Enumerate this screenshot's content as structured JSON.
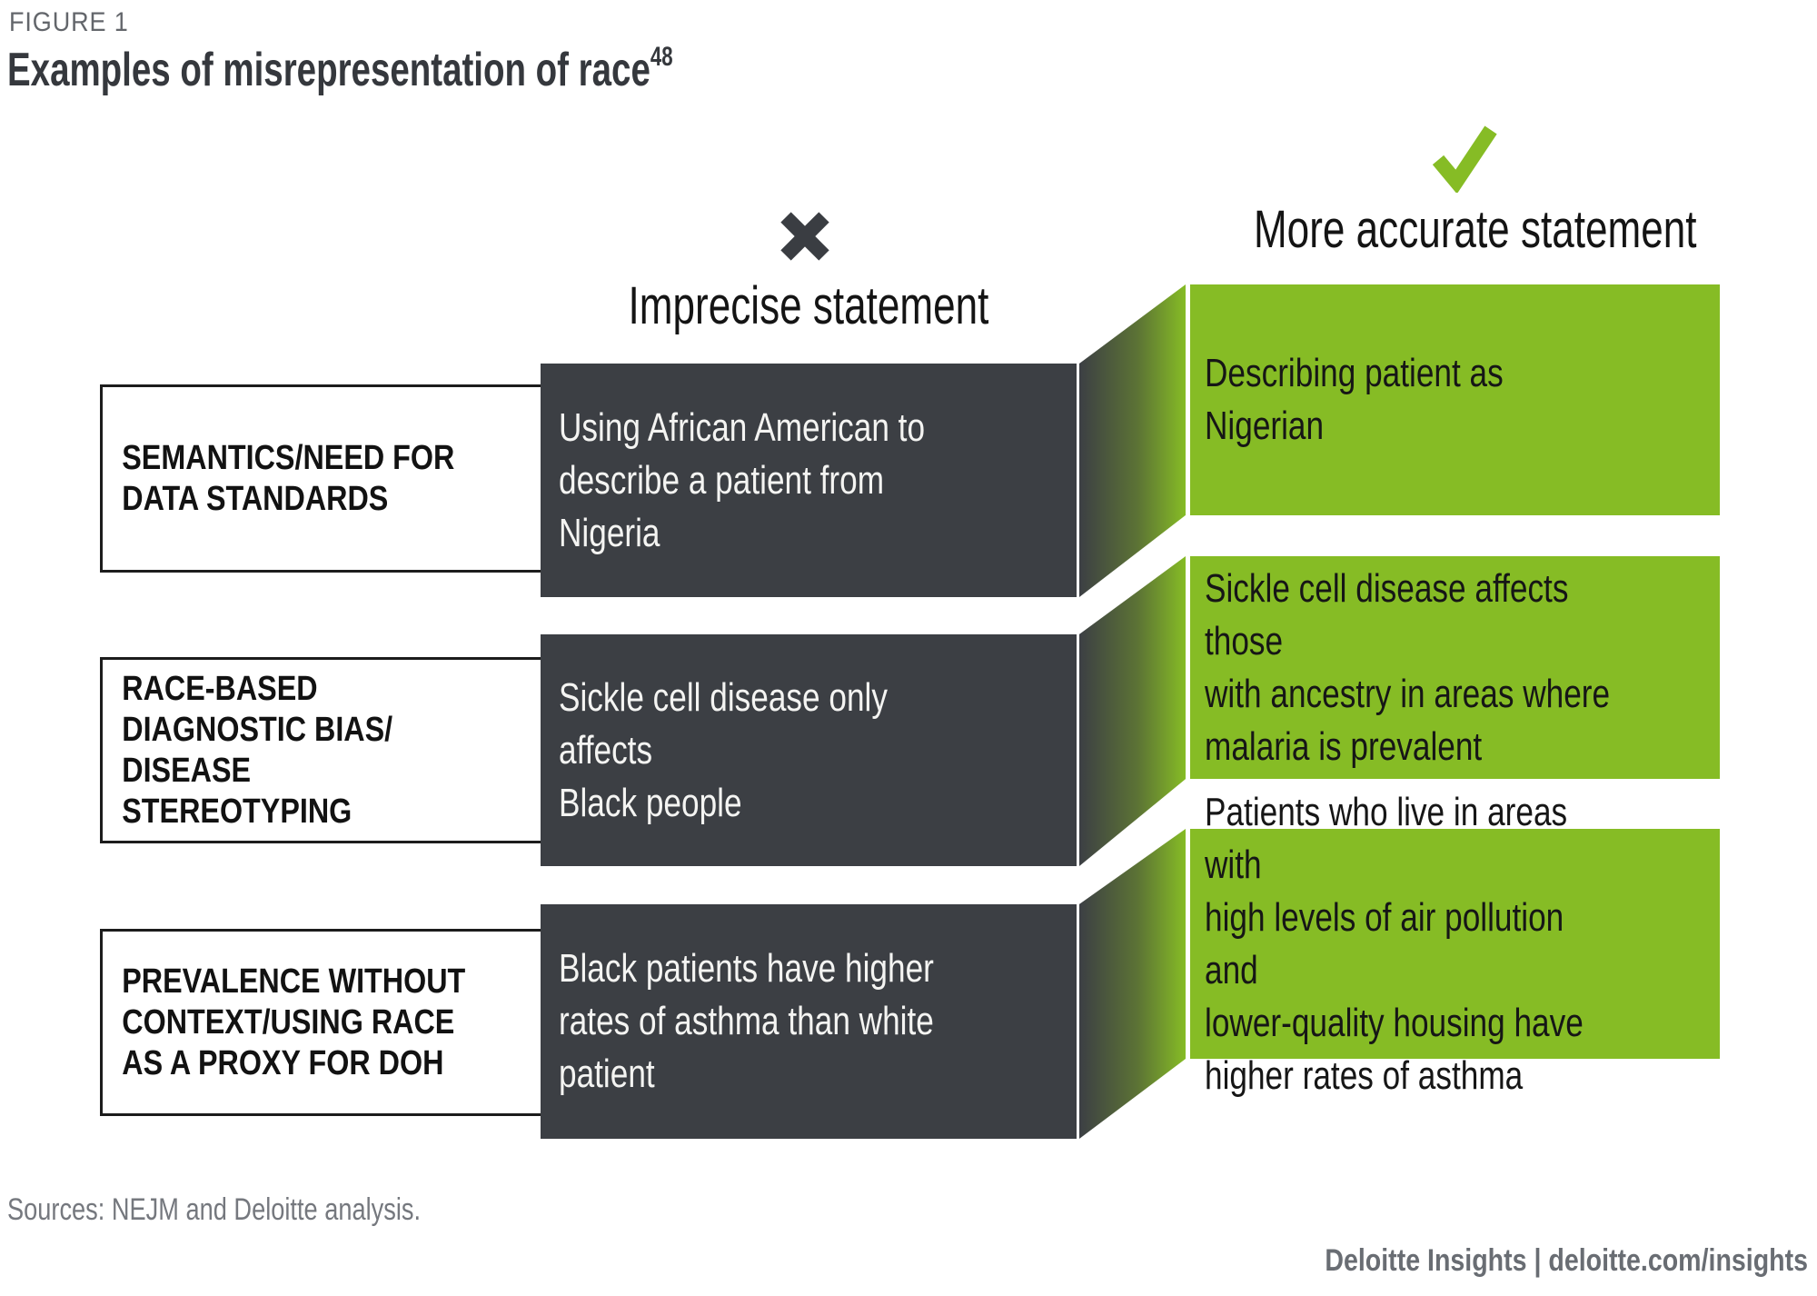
{
  "figure": {
    "eyebrow": "FIGURE 1",
    "title": "Examples of misrepresentation of race",
    "footnote_ref": "48"
  },
  "columns": {
    "imprecise": {
      "label": "Imprecise statement",
      "icon": "x-mark-icon"
    },
    "accurate": {
      "label": "More accurate statement",
      "icon": "check-mark-icon"
    }
  },
  "rows": [
    {
      "category": "SEMANTICS/NEED FOR\nDATA STANDARDS",
      "imprecise": "Using African American to\ndescribe a patient from Nigeria",
      "accurate": "Describing patient as Nigerian"
    },
    {
      "category": "RACE-BASED\nDIAGNOSTIC BIAS/\nDISEASE STEREOTYPING",
      "imprecise": "Sickle cell disease only affects\nBlack people",
      "accurate": "Sickle cell disease affects those\nwith ancestry in areas where\nmalaria is prevalent"
    },
    {
      "category": "PREVALENCE WITHOUT\nCONTEXT/USING RACE\nAS A PROXY FOR DOH",
      "imprecise": "Black patients have higher\nrates of asthma than white\npatient",
      "accurate": "Patients who live in areas with\nhigh levels of air pollution and\nlower-quality housing have\nhigher rates of asthma"
    }
  ],
  "footer": {
    "sources": "Sources: NEJM and Deloitte analysis.",
    "branding": "Deloitte Insights | deloitte.com/insights"
  },
  "colors": {
    "brand_green": "#86bc25",
    "dark_charcoal": "#3c3f44",
    "title_text": "#35383d",
    "eyebrow_gray": "#63666b",
    "source_gray": "#75787e",
    "footer_gray": "#696d73"
  }
}
